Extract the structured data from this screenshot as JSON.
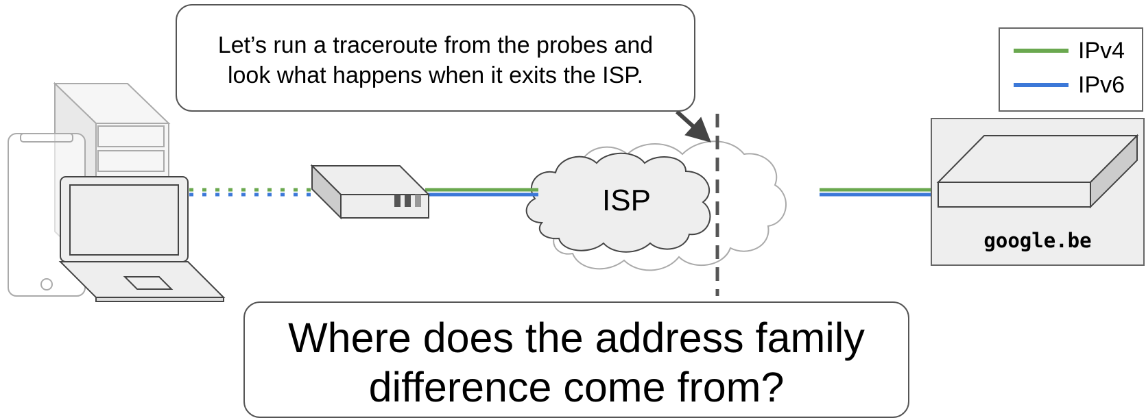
{
  "callout_top": {
    "line1": "Let’s run a traceroute from the probes and",
    "line2": "look what happens when it exits the ISP."
  },
  "callout_bottom": {
    "line1": "Where does the address family",
    "line2": "difference come from?"
  },
  "legend": {
    "items": [
      {
        "label": "IPv4",
        "color": "#6aa84f"
      },
      {
        "label": "IPv6",
        "color": "#3c78d8"
      }
    ]
  },
  "isp_cloud": {
    "label": "ISP"
  },
  "destination": {
    "label": "google.be"
  },
  "colors": {
    "ipv4": "#6aa84f",
    "ipv6": "#3c78d8",
    "outline": "#444444",
    "device_fill": "#eeeeee",
    "faded_outline": "#aaaaaa"
  },
  "icons": [
    "tower-pc-icon",
    "smartphone-icon",
    "laptop-icon",
    "modem-icon",
    "isp-cloud-icon",
    "internet-cloud-icon",
    "server-icon",
    "pointer-arrow-icon"
  ]
}
